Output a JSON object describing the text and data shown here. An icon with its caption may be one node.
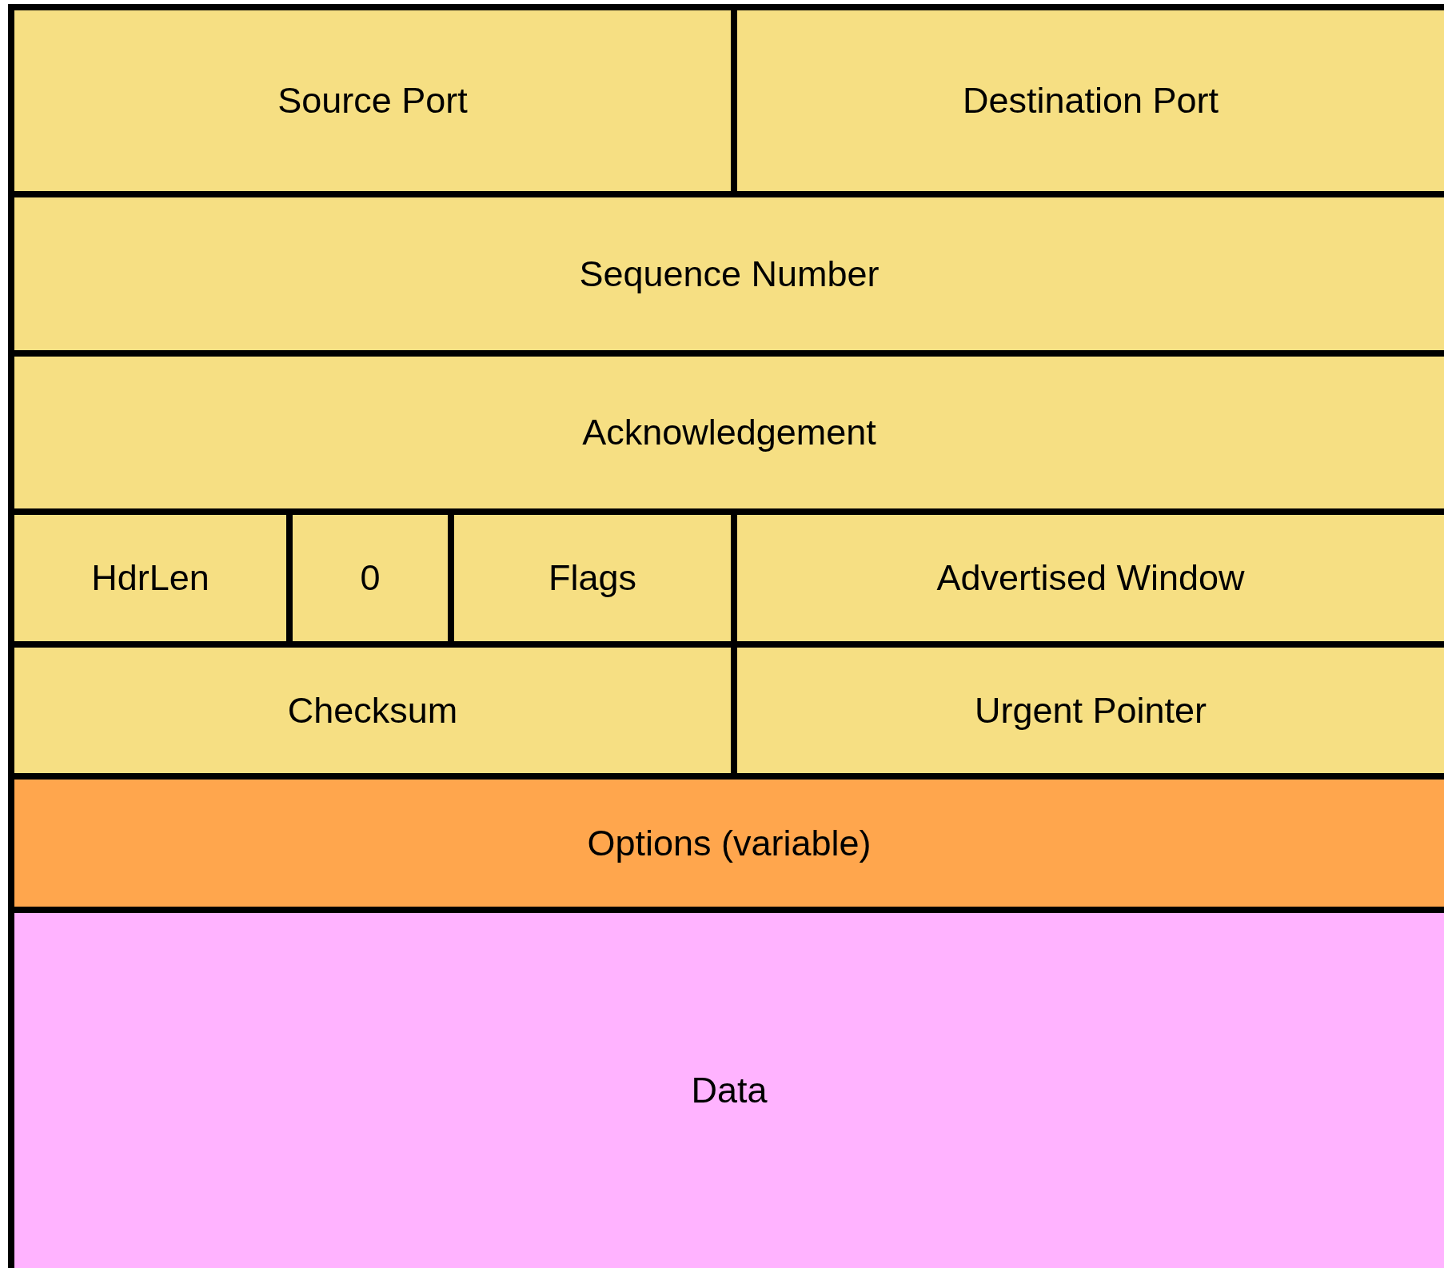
{
  "diagram": {
    "nodes": [
      {
        "text": [
          "Source Port"
        ]
      },
      {
        "text": [
          "Destination Port"
        ]
      },
      {
        "text": [
          "Sequence Number"
        ]
      },
      {
        "text": [
          "Acknowledgement"
        ]
      },
      {
        "text": [
          "HdrLen"
        ]
      },
      {
        "text": [
          "0"
        ]
      },
      {
        "text": [
          "Flags"
        ]
      },
      {
        "text": [
          "Advertised Window"
        ]
      },
      {
        "text": [
          "Checksum"
        ]
      },
      {
        "text": [
          "Urgent Pointer"
        ]
      },
      {
        "text": [
          "Options (variable)"
        ]
      },
      {
        "text": [
          "Data"
        ]
      }
    ]
  }
}
